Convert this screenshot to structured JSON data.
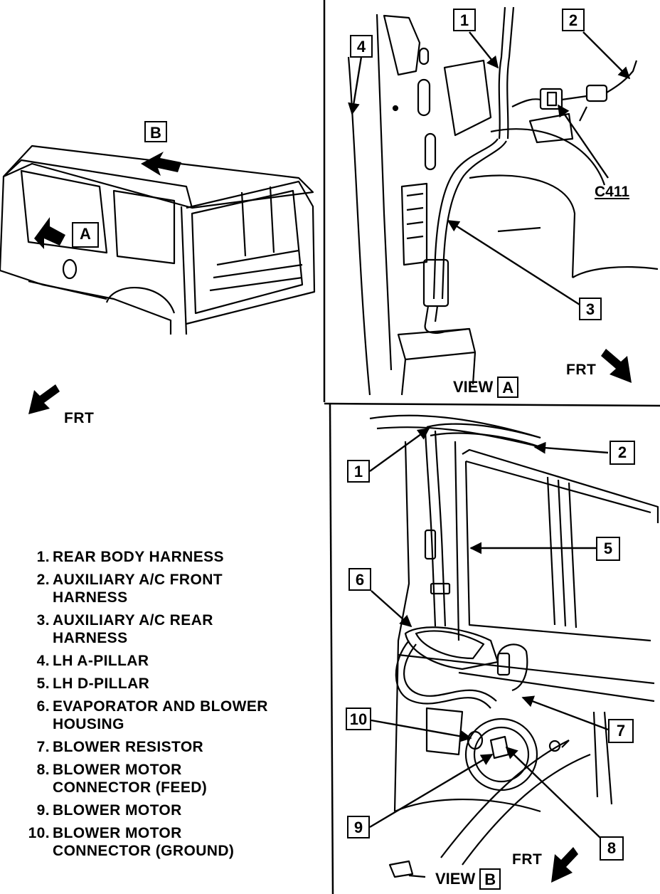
{
  "overview": {
    "callout_a": "A",
    "callout_b": "B",
    "front_label": "FRT"
  },
  "view_a": {
    "callouts": [
      "1",
      "2",
      "3",
      "4"
    ],
    "connector_label": "C411",
    "front_label": "FRT",
    "view_word": "VIEW",
    "view_letter": "A"
  },
  "view_b": {
    "callouts": [
      "1",
      "2",
      "5",
      "6",
      "7",
      "8",
      "9",
      "10"
    ],
    "front_label": "FRT",
    "view_word": "VIEW",
    "view_letter": "B"
  },
  "legend": [
    {
      "num": "1.",
      "text": "REAR BODY HARNESS"
    },
    {
      "num": "2.",
      "text": "AUXILIARY A/C FRONT HARNESS"
    },
    {
      "num": "3.",
      "text": "AUXILIARY A/C REAR HARNESS"
    },
    {
      "num": "4.",
      "text": "LH A-PILLAR"
    },
    {
      "num": "5.",
      "text": "LH D-PILLAR"
    },
    {
      "num": "6.",
      "text": "EVAPORATOR AND BLOWER HOUSING"
    },
    {
      "num": "7.",
      "text": "BLOWER RESISTOR"
    },
    {
      "num": "8.",
      "text": "BLOWER MOTOR CONNECTOR (FEED)"
    },
    {
      "num": "9.",
      "text": "BLOWER MOTOR"
    },
    {
      "num": "10.",
      "text": "BLOWER MOTOR CONNECTOR (GROUND)"
    }
  ]
}
